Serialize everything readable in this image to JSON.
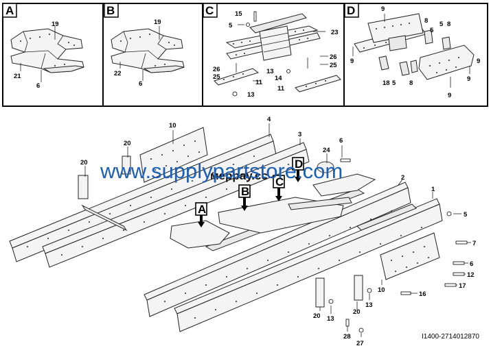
{
  "diagram": {
    "panels": [
      {
        "id": "A",
        "callouts": [
          "19",
          "21",
          "6"
        ]
      },
      {
        "id": "B",
        "callouts": [
          "19",
          "22",
          "6"
        ]
      },
      {
        "id": "C",
        "callouts": [
          "15",
          "5",
          "23",
          "26",
          "25",
          "11",
          "13",
          "13",
          "14",
          "26",
          "25",
          "11"
        ]
      },
      {
        "id": "D",
        "callouts": [
          "9",
          "8",
          "5",
          "5",
          "8",
          "9",
          "18",
          "5",
          "8",
          "9",
          "9",
          "9"
        ]
      }
    ],
    "main_callouts": [
      "10",
      "4",
      "3",
      "20",
      "20",
      "6",
      "24",
      "2",
      "1",
      "5",
      "7",
      "6",
      "12",
      "17",
      "16",
      "10",
      "20",
      "13",
      "20",
      "13",
      "28",
      "27"
    ],
    "section_pointers": [
      "A",
      "B",
      "C",
      "D"
    ],
    "watermark": "www.supplypartstore.com",
    "watermark_secondary": "меррау.cc",
    "drawing_code": "I1400-2714012870"
  }
}
